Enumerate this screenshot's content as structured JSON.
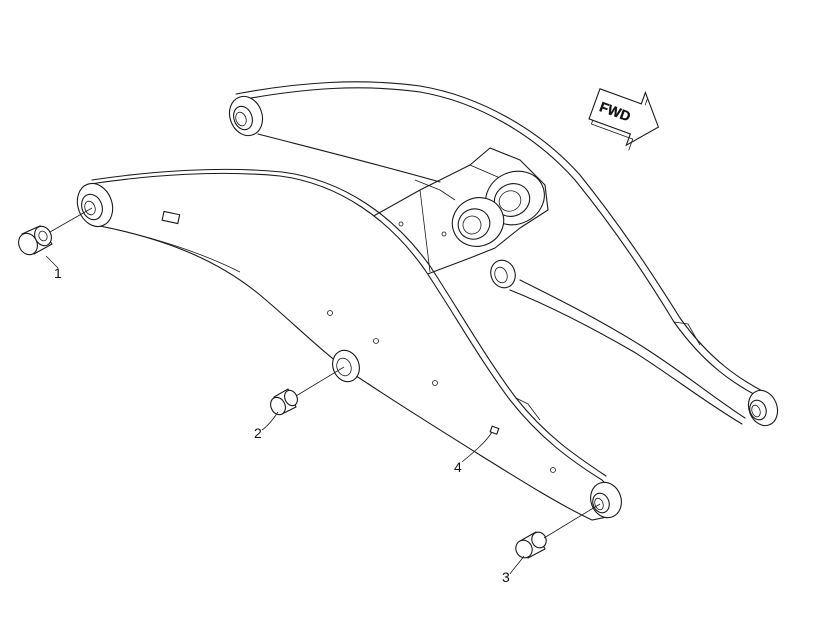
{
  "diagram": {
    "direction_label": "FWD",
    "callouts": [
      {
        "id": "1",
        "label": "1"
      },
      {
        "id": "2",
        "label": "2"
      },
      {
        "id": "3",
        "label": "3"
      },
      {
        "id": "4",
        "label": "4"
      }
    ],
    "line_color": "#1a1a1a",
    "background": "#ffffff"
  }
}
